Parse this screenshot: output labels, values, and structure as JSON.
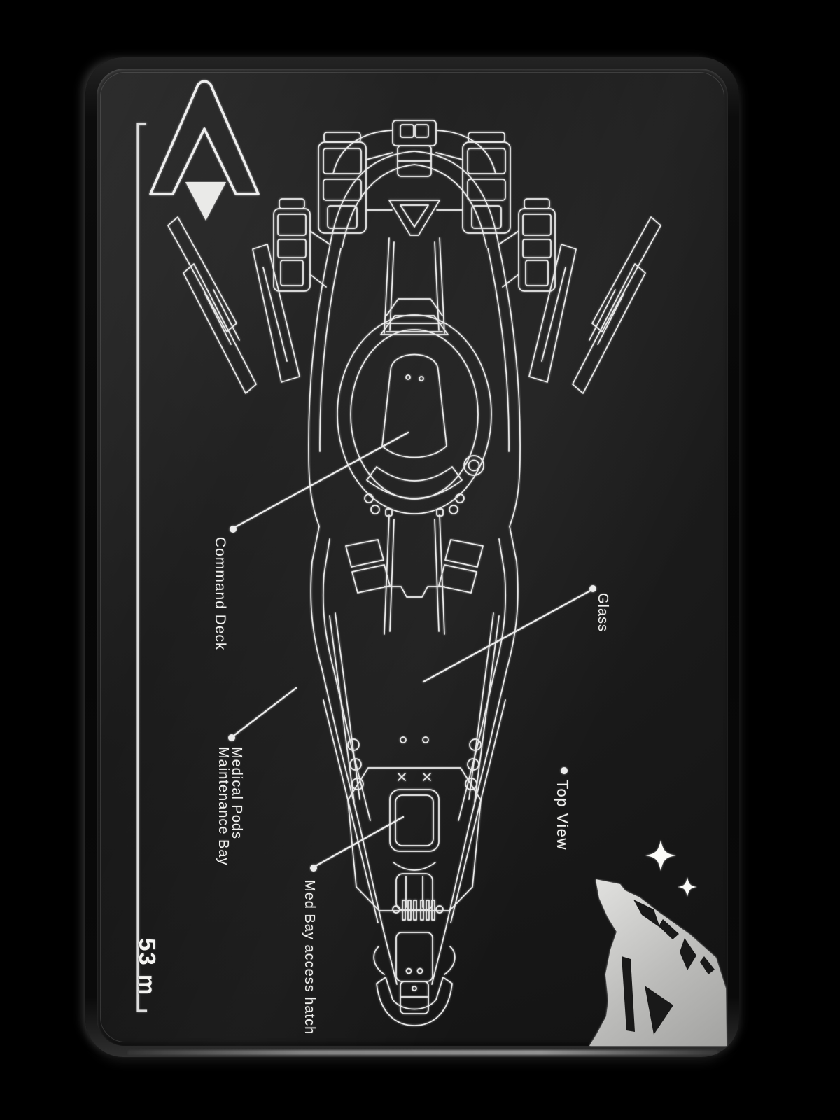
{
  "logo": {
    "icon": "anvil-aerospace-logo"
  },
  "scale_bar": {
    "label": "53 m"
  },
  "labels": {
    "command_deck": "Command Deck",
    "glass": "Glass",
    "medical_pods_line1": "Medical Pods",
    "medical_pods_line2": "Maintenance Bay",
    "med_bay_hatch": "Med Bay access hatch",
    "view": "Top View"
  },
  "decor": {
    "bear_icon": "polar-bear-silhouette",
    "star_icon": "four-point-sparkle",
    "star_count": 2
  },
  "colors": {
    "background": "#000000",
    "card_surface": "#1d1d1d",
    "etch_line": "#e8e8e8",
    "solid_fill": "#d6d6d4"
  }
}
